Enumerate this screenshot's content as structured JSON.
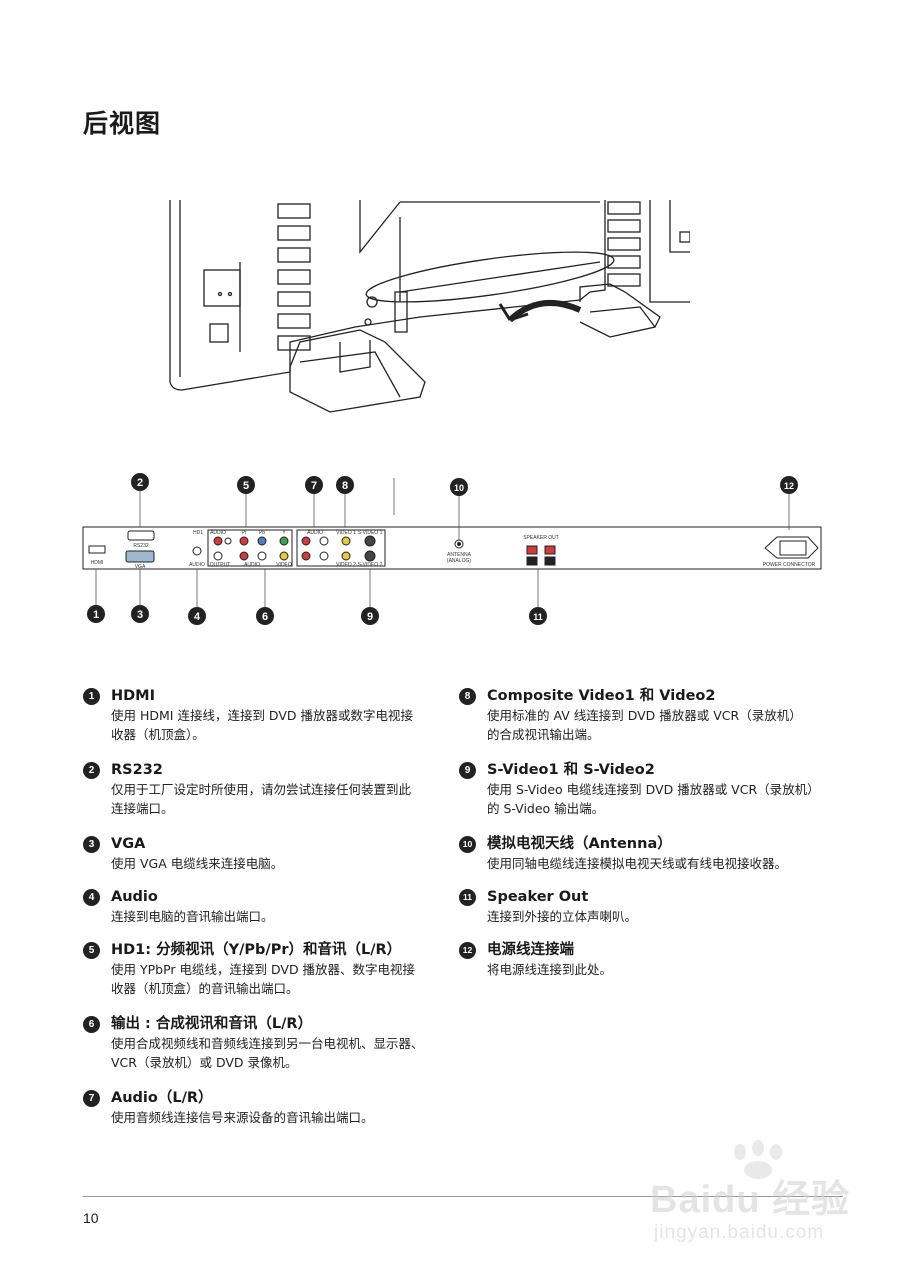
{
  "page": {
    "title": "后视图",
    "page_number": "10"
  },
  "panel": {
    "hdmi": "HDMI",
    "rs232": "RS232",
    "vga": "VGA",
    "audio": "AUDIO",
    "hd1": "HD1",
    "hd1_audio": "AUDIO",
    "pr": "Pr",
    "pb": "Pb",
    "y": "Y",
    "output": "OUTPUT",
    "output_audio": "AUDIO",
    "output_video": "VIDEO",
    "audio_l_r": "AUDIO",
    "video1": "VIDEO 1",
    "svideo1": "S-VIDEO 1",
    "video2": "VIDEO 2",
    "svideo2": "S-VIDEO 2",
    "antenna": "ANTENNA",
    "antenna_sub": "(ANALOG)",
    "speaker_out": "SPEAKER OUT",
    "power_connector": "POWER CONNECTOR",
    "callouts_top": [
      "2",
      "5",
      "7",
      "8",
      "10",
      "12"
    ],
    "callouts_bottom": [
      "1",
      "3",
      "4",
      "6",
      "9",
      "11"
    ]
  },
  "entries_left": [
    {
      "num": "1",
      "title": "HDMI",
      "desc": [
        "使用 HDMI 连接线，连接到 DVD 播放器或数字电视接",
        "收器（机顶盒）。"
      ]
    },
    {
      "num": "2",
      "title": "RS232",
      "desc": [
        "仅用于工厂设定时所使用，请勿尝试连接任何装置到此",
        "连接端口。"
      ]
    },
    {
      "num": "3",
      "title": "VGA",
      "desc": [
        "使用 VGA 电缆线来连接电脑。"
      ]
    },
    {
      "num": "4",
      "title": "Audio",
      "desc": [
        "连接到电脑的音讯输出端口。"
      ]
    },
    {
      "num": "5",
      "title": "HD1: 分频视讯（Y/Pb/Pr）和音讯（L/R）",
      "desc": [
        "使用 YPbPr 电缆线，连接到 DVD 播放器、数字电视接",
        "收器（机顶盒）的音讯输出端口。"
      ]
    },
    {
      "num": "6",
      "title": "输出 : 合成视讯和音讯（L/R）",
      "desc": [
        "使用合成视频线和音频线连接到另一台电视机、显示器、",
        "VCR（录放机）或 DVD 录像机。"
      ]
    },
    {
      "num": "7",
      "title": "Audio（L/R）",
      "desc": [
        "使用音频线连接信号来源设备的音讯输出端口。"
      ]
    }
  ],
  "entries_right": [
    {
      "num": "8",
      "title": "Composite Video1 和 Video2",
      "desc": [
        "使用标准的 AV 线连接到 DVD 播放器或 VCR（录放机）",
        "的合成视讯输出端。"
      ]
    },
    {
      "num": "9",
      "title": "S-Video1 和 S-Video2",
      "desc": [
        "使用 S-Video 电缆线连接到 DVD 播放器或 VCR（录放机）",
        "的 S-Video 输出端。"
      ]
    },
    {
      "num": "10",
      "title": "模拟电视天线（Antenna）",
      "desc": [
        "使用同轴电缆线连接模拟电视天线或有线电视接收器。"
      ]
    },
    {
      "num": "11",
      "title": "Speaker Out",
      "desc": [
        "连接到外接的立体声喇叭。"
      ]
    },
    {
      "num": "12",
      "title": "电源线连接端",
      "desc": [
        "将电源线连接到此处。"
      ]
    }
  ],
  "watermark": {
    "brand": "Baidu 经验",
    "url": "jingyan.baidu.com"
  }
}
